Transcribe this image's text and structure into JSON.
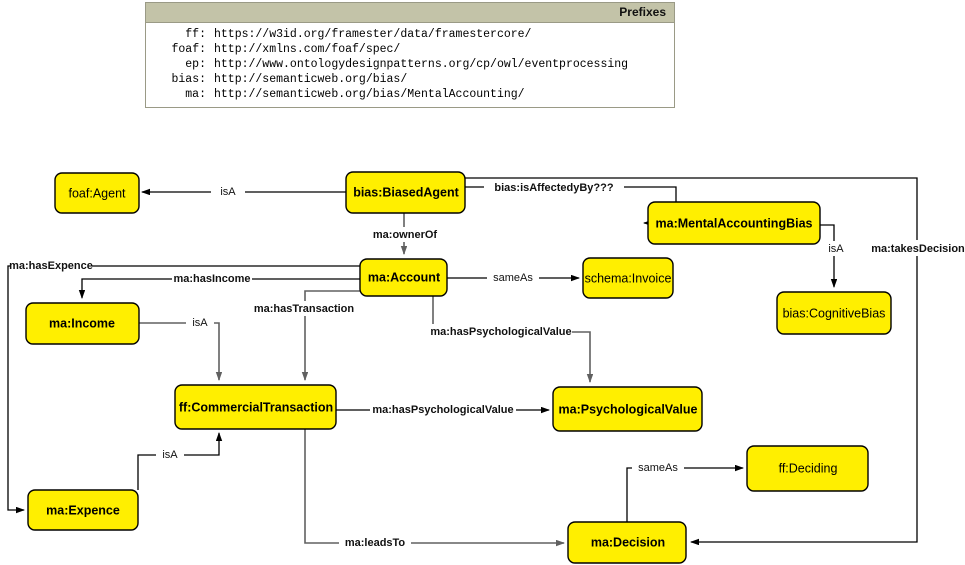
{
  "prefixes_panel": {
    "title": "Prefixes",
    "rows": [
      {
        "key": "ff:",
        "uri": "https://w3id.org/framester/data/framestercore/"
      },
      {
        "key": "foaf:",
        "uri": "http://xmlns.com/foaf/spec/"
      },
      {
        "key": "ep:",
        "uri": "http://www.ontologydesignpatterns.org/cp/owl/eventprocessing"
      },
      {
        "key": "bias:",
        "uri": "http://semanticweb.org/bias/"
      },
      {
        "key": "ma:",
        "uri": "http://semanticweb.org/bias/MentalAccounting/"
      }
    ]
  },
  "colors": {
    "node_fill": "#ffef00",
    "node_stroke": "#000000",
    "edge_dark": "#000000",
    "edge_grey": "#606060",
    "panel_header": "#c3c3a8"
  },
  "graph": {
    "nodes": [
      {
        "id": "foaf-agent",
        "label": "foaf:Agent"
      },
      {
        "id": "bias-biasedagent",
        "label": "bias:BiasedAgent"
      },
      {
        "id": "ma-mentalaccountingbias",
        "label": "ma:MentalAccountingBias"
      },
      {
        "id": "bias-cognitivebias",
        "label": "bias:CognitiveBias"
      },
      {
        "id": "ma-account",
        "label": "ma:Account"
      },
      {
        "id": "schema-invoice",
        "label": "schema:Invoice"
      },
      {
        "id": "ma-income",
        "label": "ma:Income"
      },
      {
        "id": "ma-expence",
        "label": "ma:Expence"
      },
      {
        "id": "ff-commercialtransaction",
        "label": "ff:CommercialTransaction"
      },
      {
        "id": "ma-psychologicalvalue",
        "label": "ma:PsychologicalValue"
      },
      {
        "id": "ma-decision",
        "label": "ma:Decision"
      },
      {
        "id": "ff-deciding",
        "label": "ff:Deciding"
      }
    ],
    "edges": [
      {
        "id": "e-isa-agent",
        "label": "isA",
        "from": "bias-biasedagent",
        "to": "foaf-agent"
      },
      {
        "id": "e-isaffectedby",
        "label": "bias:isAffectedyBy???",
        "from": "bias-biasedagent",
        "to": "ma-mentalaccountingbias"
      },
      {
        "id": "e-takesdecision",
        "label": "ma:takesDecision",
        "from": "bias-biasedagent",
        "to": "ma-decision"
      },
      {
        "id": "e-ownerof",
        "label": "ma:ownerOf",
        "from": "bias-biasedagent",
        "to": "ma-account"
      },
      {
        "id": "e-isa-cognitive",
        "label": "isA",
        "from": "ma-mentalaccountingbias",
        "to": "bias-cognitivebias"
      },
      {
        "id": "e-sameas-invoice",
        "label": "sameAs",
        "from": "ma-account",
        "to": "schema-invoice"
      },
      {
        "id": "e-hasexpence",
        "label": "ma:hasExpence",
        "from": "ma-account",
        "to": "ma-expence"
      },
      {
        "id": "e-hasincome",
        "label": "ma:hasIncome",
        "from": "ma-account",
        "to": "ma-income"
      },
      {
        "id": "e-hastransaction",
        "label": "ma:hasTransaction",
        "from": "ma-account",
        "to": "ff-commercialtransaction"
      },
      {
        "id": "e-haspsy-account",
        "label": "ma:hasPsychologicalValue",
        "from": "ma-account",
        "to": "ma-psychologicalvalue"
      },
      {
        "id": "e-isa-income",
        "label": "isA",
        "from": "ma-income",
        "to": "ff-commercialtransaction"
      },
      {
        "id": "e-isa-expence",
        "label": "isA",
        "from": "ma-expence",
        "to": "ff-commercialtransaction"
      },
      {
        "id": "e-haspsy-trans",
        "label": "ma:hasPsychologicalValue",
        "from": "ff-commercialtransaction",
        "to": "ma-psychologicalvalue"
      },
      {
        "id": "e-leadsto",
        "label": "ma:leadsTo",
        "from": "ff-commercialtransaction",
        "to": "ma-decision"
      },
      {
        "id": "e-sameas-deciding",
        "label": "sameAs",
        "from": "ma-decision",
        "to": "ff-deciding"
      }
    ]
  }
}
